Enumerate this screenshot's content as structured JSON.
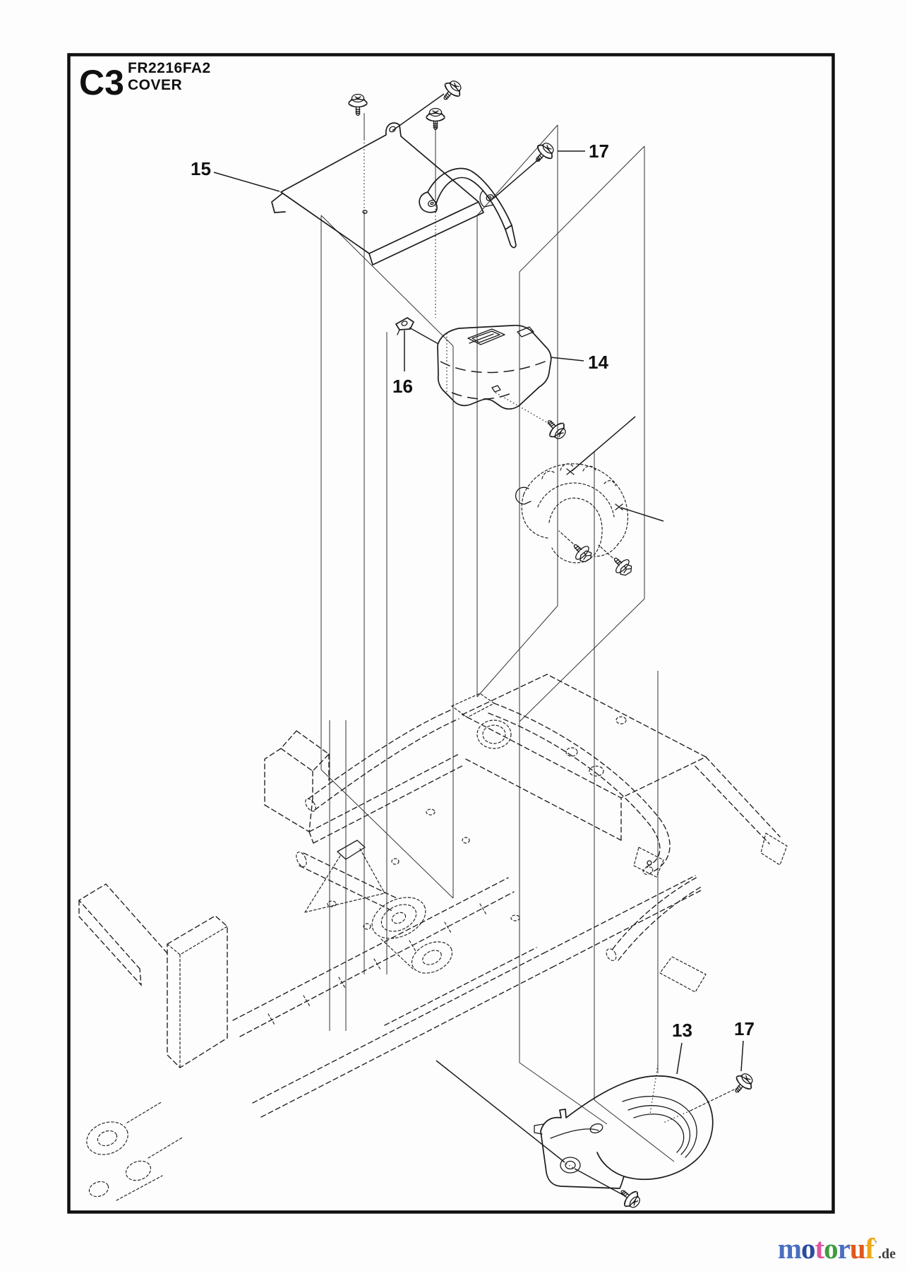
{
  "header": {
    "page_code": "C3",
    "model": "FR2216FA2",
    "section": "COVER"
  },
  "callouts": {
    "panel_cover": {
      "label": "15",
      "part": "top panel cover"
    },
    "screw_top": {
      "label": "17",
      "part": "flange screw"
    },
    "clip": {
      "label": "16",
      "part": "clip"
    },
    "console_cover": {
      "label": "14",
      "part": "console cover"
    },
    "side_cover": {
      "label": "13",
      "part": "side belt cover"
    },
    "screw_side": {
      "label": "17",
      "part": "flange screw"
    }
  },
  "logo": {
    "letters": [
      {
        "ch": "m",
        "style": "color:#4a6fc0"
      },
      {
        "ch": "o",
        "style": "color:#2a4a9e"
      },
      {
        "ch": "t",
        "style": "color:#e0559f"
      },
      {
        "ch": "o",
        "style": "color:#3f9c40"
      },
      {
        "ch": "r",
        "style": "color:#4a6fc0"
      },
      {
        "ch": "u",
        "style": "color:#e2571b"
      },
      {
        "ch": "f",
        "style": "color:#eda718"
      }
    ],
    "mark": "’",
    "mark_style": "color:#9a9a9a",
    "domain": ".de",
    "domain_style": "color:#3f3f3f"
  },
  "colors": {
    "ink": "#1b1b1b",
    "background": "#fdfdfd"
  }
}
